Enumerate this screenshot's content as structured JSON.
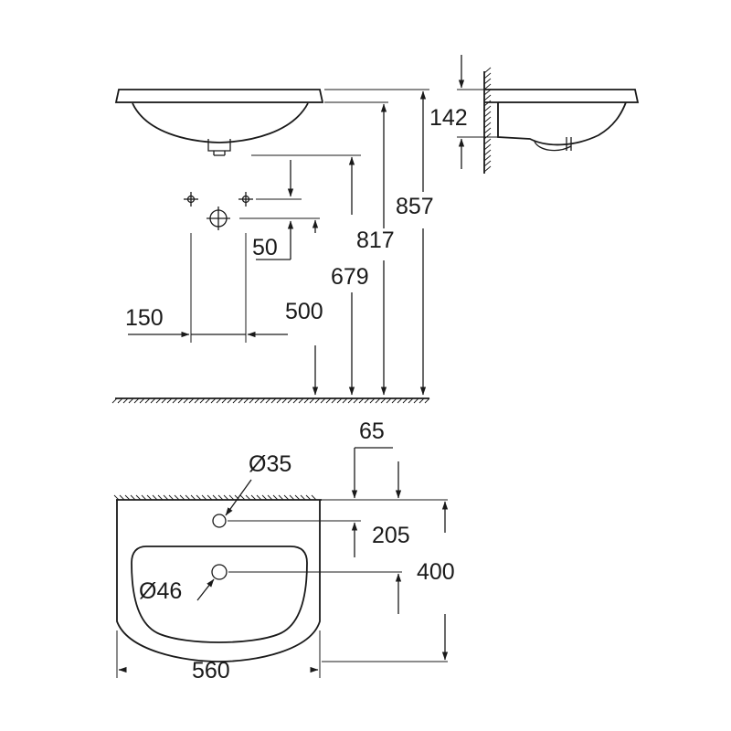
{
  "dimensions": {
    "wall_offset_top": "142",
    "overall_height": "857",
    "rim_height": "817",
    "tap_height": "679",
    "waste_height": "500",
    "waste_offset": "50",
    "fixing_spacing": "150",
    "tap_hole_offset": "65",
    "tap_hole_diameter": "Ø35",
    "waste_diameter": "Ø46",
    "waste_depth": "205",
    "basin_depth": "400",
    "basin_width": "560"
  }
}
